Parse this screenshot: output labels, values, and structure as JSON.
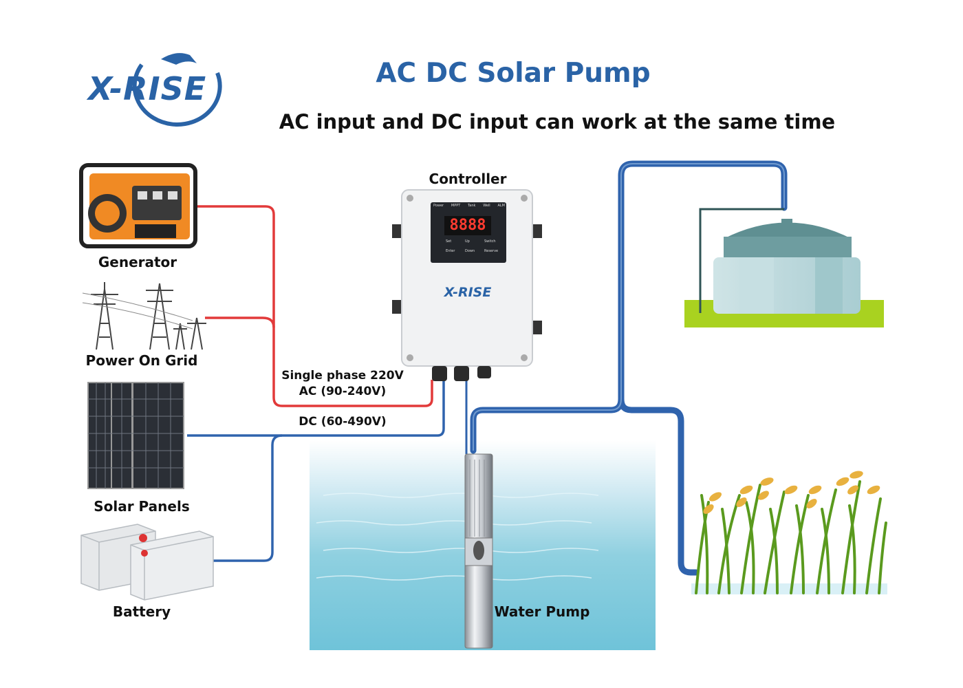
{
  "header": {
    "logo_text": "X-RISE",
    "title": "AC DC Solar Pump",
    "subtitle": "AC input and DC input can work at the same time"
  },
  "components": {
    "controller": "Controller",
    "generator": "Generator",
    "grid": "Power On Grid",
    "solar": "Solar Panels",
    "battery": "Battery",
    "pump": "Water Pump"
  },
  "connections": {
    "ac_line1": "Single phase 220V",
    "ac_line2": "AC (90-240V)",
    "dc_line": "DC (60-490V)"
  },
  "controller_panel": {
    "display": "8888",
    "indicators": [
      "Power",
      "MPPT",
      "Tank",
      "Well",
      "ALM"
    ],
    "buttons": [
      "Set",
      "Up",
      "Switch",
      "Enter",
      "Down",
      "Reserve"
    ],
    "brand": "X-RISE"
  },
  "colors": {
    "brand_blue": "#2a63a6",
    "ac_wire": "#e23a3a",
    "dc_wire": "#2f63ad",
    "pipe": "#2f63ad",
    "grass": "#a9d220"
  }
}
